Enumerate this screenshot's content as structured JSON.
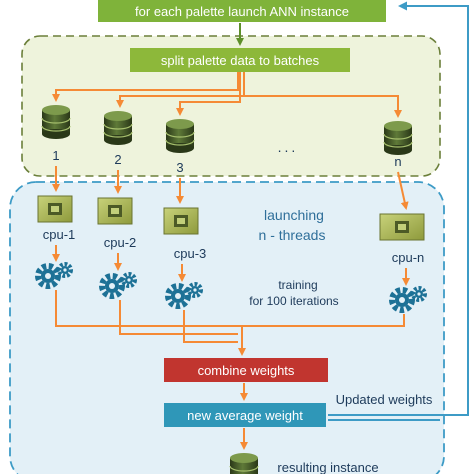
{
  "header": {
    "title": "for each palette launch ANN instance"
  },
  "split_stage": {
    "label": "split palette data to batches"
  },
  "batches": [
    {
      "label": "1"
    },
    {
      "label": "2"
    },
    {
      "label": "3"
    },
    {
      "label": "..."
    },
    {
      "label": "n"
    }
  ],
  "cpus": [
    {
      "label": "cpu-1"
    },
    {
      "label": "cpu-2"
    },
    {
      "label": "cpu-3"
    },
    {
      "label": "cpu-n"
    }
  ],
  "annotations": {
    "launching_line1": "launching",
    "launching_line2": "n - threads",
    "training_line1": "training",
    "training_line2": "for 100 iterations",
    "updated_weights": "Updated weights"
  },
  "combine": {
    "label": "combine weights"
  },
  "average": {
    "label": "new average weight"
  },
  "result": {
    "label": "resulting instance"
  },
  "colors": {
    "top_bar": "#7fb33a",
    "split_bar": "#8db83a",
    "green_frame_fill": "#eef3dc",
    "green_frame_stroke": "#6b7f3a",
    "blue_frame_fill": "#e3f0f7",
    "blue_frame_stroke": "#3d9bc6",
    "orange_arrow": "#f58a35",
    "green_arrow": "#5e8f2a",
    "combine_fill": "#c1352f",
    "average_fill": "#2f97b8",
    "feedback_line": "#3d9bc6",
    "gear": "#1d7196",
    "db": "#3b4a24"
  }
}
